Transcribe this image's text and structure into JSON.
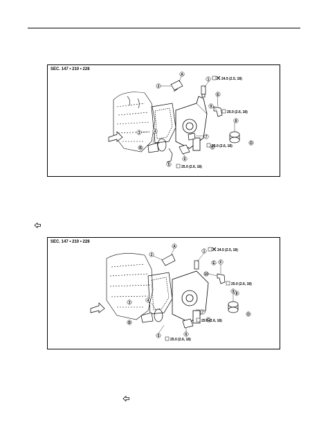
{
  "figures": [
    {
      "section": "SEC. 147 • 210 • 228",
      "labels": {
        "torque_top": "24.5 (2.5, 18)",
        "torque_mid": "25.0 (2.6, 18)",
        "torque_low": "25.0 (2.6, 18)",
        "torque_bottom": "25.0 (2.6, 18)"
      },
      "callouts": [
        "1",
        "2",
        "3",
        "4",
        "5",
        "6",
        "7",
        "8",
        "9",
        "A",
        "B",
        "C",
        "D",
        "E"
      ]
    },
    {
      "section": "SEC. 147 • 210 • 228",
      "labels": {
        "torque_top": "24.5 (2.5, 18)",
        "torque_mid": "25.0 (2.6, 18)",
        "torque_low": "25.0 (2.6, 18)",
        "torque_bottom": "25.0 (2.6, 18)"
      },
      "callouts": [
        "1",
        "2",
        "3",
        "4",
        "5",
        "6",
        "7",
        "8",
        "9",
        "10",
        "A",
        "B",
        "C",
        "D",
        "E",
        "F"
      ]
    }
  ],
  "icons": {
    "front_arrow": "front-arrow-icon",
    "ref_arrow": "left-arrow-icon"
  }
}
